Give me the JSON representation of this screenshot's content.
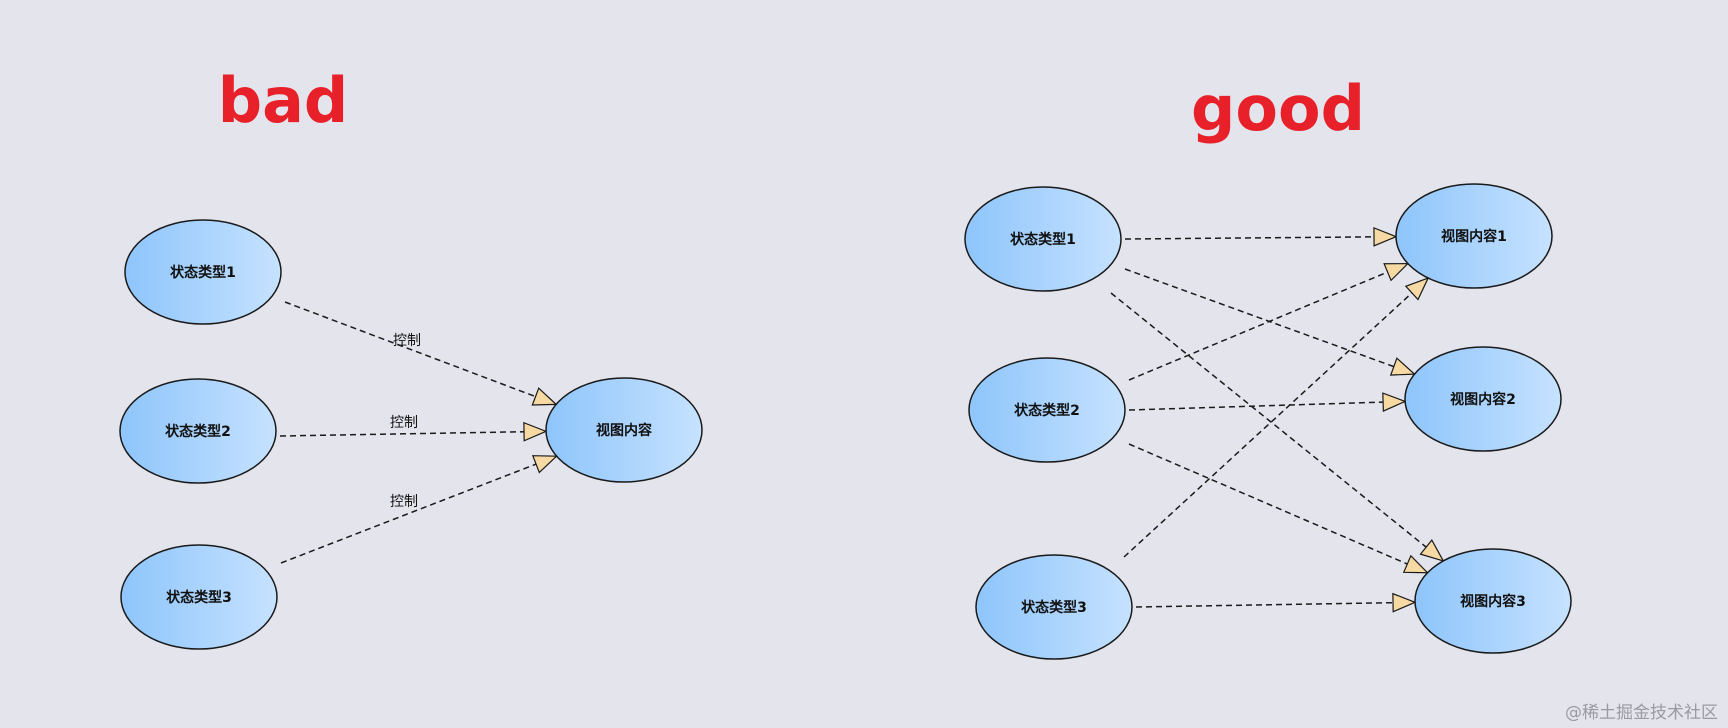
{
  "colors": {
    "background": "#e4e4ec",
    "title": "#e8202a",
    "node_fill_left": "#8ec5fb",
    "node_fill_right": "#c6e2ff",
    "node_stroke": "#1a1a1a",
    "arrow_fill": "#f6d9a3"
  },
  "panels": [
    {
      "id": "bad",
      "title": "bad",
      "nodes": [
        {
          "id": "b_s1",
          "label": "状态类型1"
        },
        {
          "id": "b_s2",
          "label": "状态类型2"
        },
        {
          "id": "b_s3",
          "label": "状态类型3"
        },
        {
          "id": "b_v",
          "label": "视图内容"
        }
      ],
      "edges": [
        {
          "from": "b_s1",
          "to": "b_v",
          "label": "控制"
        },
        {
          "from": "b_s2",
          "to": "b_v",
          "label": "控制"
        },
        {
          "from": "b_s3",
          "to": "b_v",
          "label": "控制"
        }
      ]
    },
    {
      "id": "good",
      "title": "good",
      "nodes": [
        {
          "id": "g_s1",
          "label": "状态类型1"
        },
        {
          "id": "g_s2",
          "label": "状态类型2"
        },
        {
          "id": "g_s3",
          "label": "状态类型3"
        },
        {
          "id": "g_v1",
          "label": "视图内容1"
        },
        {
          "id": "g_v2",
          "label": "视图内容2"
        },
        {
          "id": "g_v3",
          "label": "视图内容3"
        }
      ],
      "edges": [
        {
          "from": "g_s1",
          "to": "g_v1",
          "label": ""
        },
        {
          "from": "g_s1",
          "to": "g_v2",
          "label": ""
        },
        {
          "from": "g_s1",
          "to": "g_v3",
          "label": ""
        },
        {
          "from": "g_s2",
          "to": "g_v1",
          "label": ""
        },
        {
          "from": "g_s2",
          "to": "g_v2",
          "label": ""
        },
        {
          "from": "g_s2",
          "to": "g_v3",
          "label": ""
        },
        {
          "from": "g_s3",
          "to": "g_v1",
          "label": ""
        },
        {
          "from": "g_s3",
          "to": "g_v3",
          "label": ""
        }
      ]
    }
  ],
  "watermark": "@稀土掘金技术社区"
}
